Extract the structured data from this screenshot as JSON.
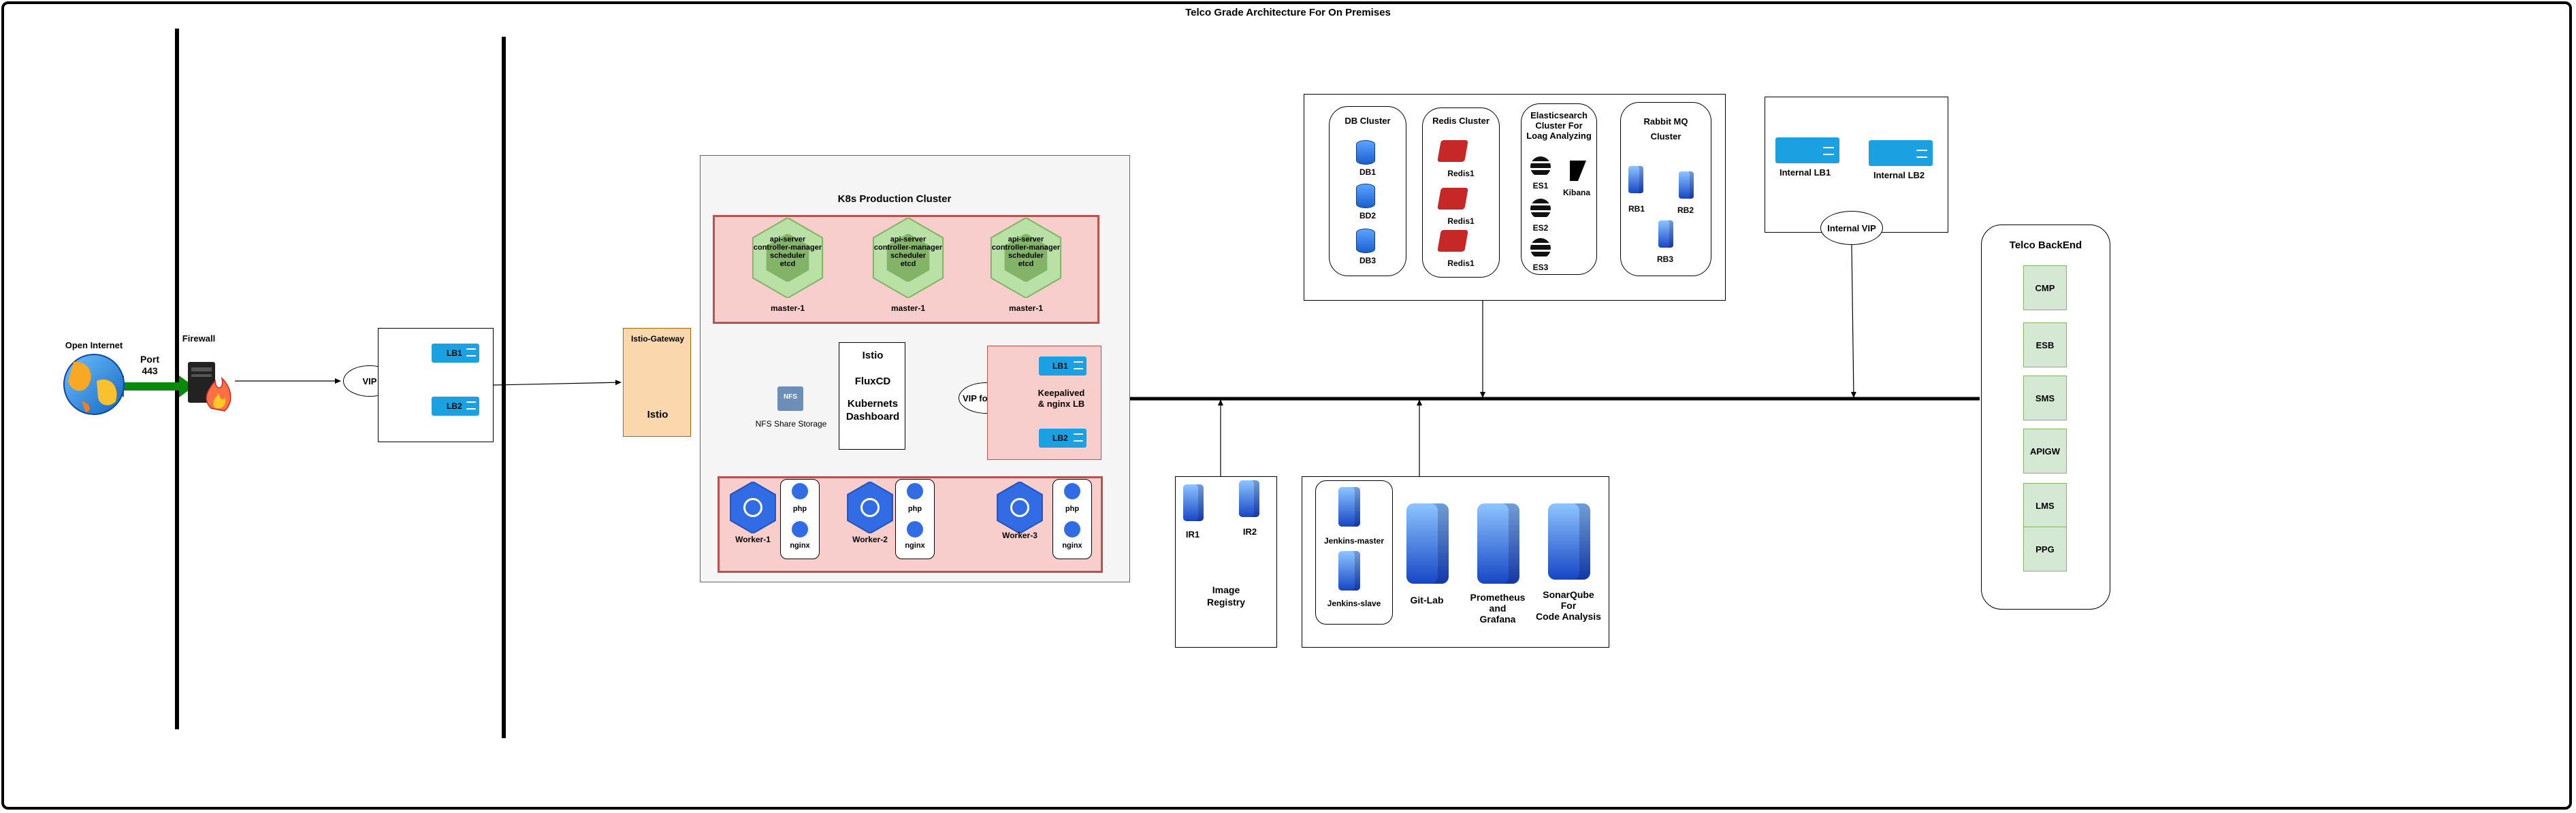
{
  "title": "Telco Grade Architecture For On Premises",
  "internet": {
    "label": "Open Internet",
    "port": "Port\n443"
  },
  "firewall": {
    "label": "Firewall"
  },
  "edge": {
    "vip": "VIP",
    "lb1": "LB1",
    "lb2": "LB2"
  },
  "istio_gateway": {
    "title": "Istio-Gateway",
    "label": "Istio"
  },
  "k8s": {
    "title": "K8s Production Cluster",
    "master_text": "api-server\ncontroller-manager\nscheduler\netcd",
    "masters": [
      "master-1",
      "master-1",
      "master-1"
    ],
    "tools": [
      "Istio",
      "FluxCD",
      "Kubernets\nDashboard"
    ],
    "nfs": "NFS Share Storage",
    "nfs_icon": "NFS",
    "vip_api": "VIP for  API",
    "keepalived": "Keepalived\n& nginx LB",
    "lb1": "LB1",
    "lb2": "LB2",
    "workers": [
      "Worker-1",
      "Worker-2",
      "Worker-3"
    ],
    "pod_php": "php",
    "pod_nginx": "nginx"
  },
  "data_services": {
    "db": {
      "title": "DB Cluster",
      "items": [
        "DB1",
        "BD2",
        "DB3"
      ]
    },
    "redis": {
      "title": "Redis Cluster",
      "items": [
        "Redis1",
        "Redis1",
        "Redis1"
      ]
    },
    "es": {
      "title": "Elasticsearch\nCluster For\nLoag Analyzing",
      "items": [
        "ES1",
        "ES2",
        "ES3"
      ],
      "kibana": "Kibana"
    },
    "rabbit": {
      "title": "Rabbit MQ\nCluster",
      "items": [
        "RB1",
        "RB2",
        "RB3"
      ]
    }
  },
  "internal": {
    "lb1": "Internal LB1",
    "lb2": "Internal LB2",
    "vip": "Internal VIP"
  },
  "backend": {
    "title": "Telco BackEnd",
    "items": [
      "CMP",
      "ESB",
      "SMS",
      "APIGW",
      "LMS",
      "PPG"
    ]
  },
  "registry": {
    "items": [
      "IR1",
      "IR2"
    ],
    "label": "Image\nRegistry"
  },
  "cicd": {
    "jenkins_master": "Jenkins-master",
    "jenkins_slave": "Jenkins-slave",
    "gitlab": "Git-Lab",
    "prometheus": "Prometheus\nand\nGrafana",
    "sonarqube": "SonarQube\nFor\nCode Analysis"
  },
  "colors": {
    "red_fill": "#f8cecc",
    "red_stroke": "#b85450",
    "green_fill": "#d5e8d4",
    "k8s_blue": "#326ce5",
    "lb_blue": "#1ba1e2",
    "orange_fill": "#fad7ac",
    "orange_stroke": "#b46504"
  }
}
